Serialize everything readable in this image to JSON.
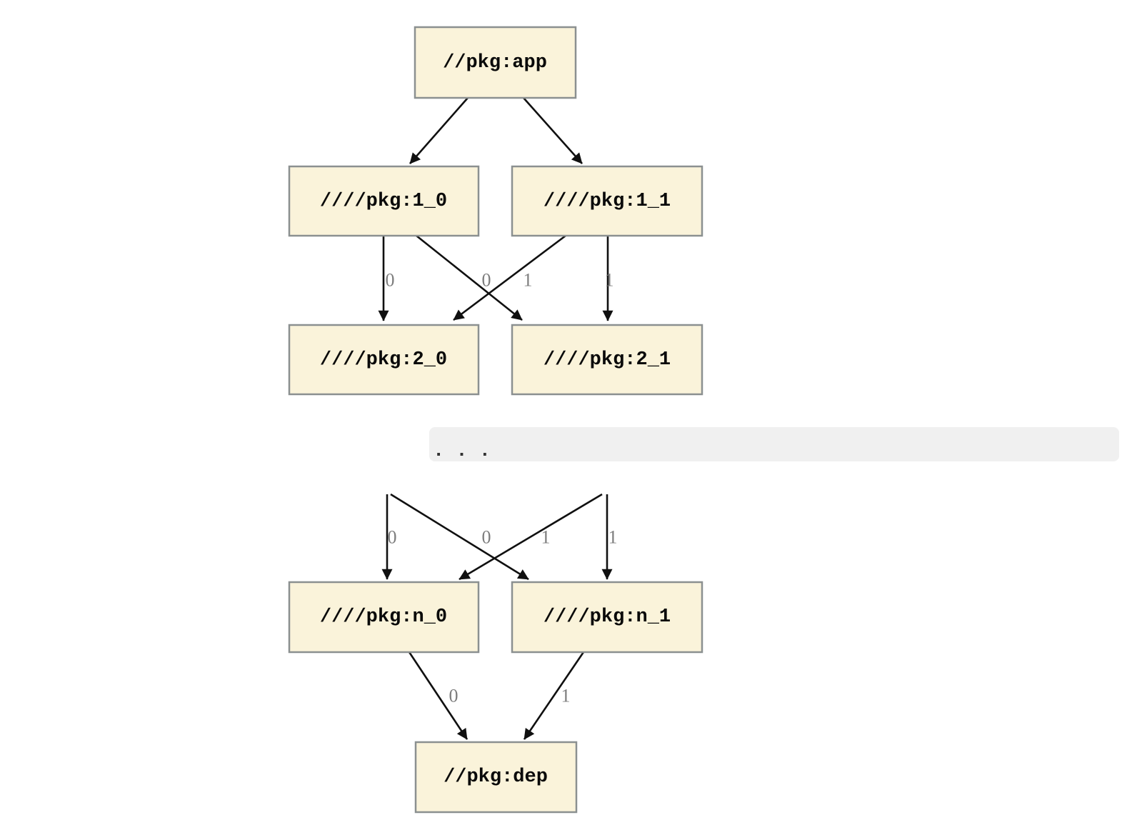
{
  "diagram": {
    "kind": "dependency-graph",
    "colors": {
      "background": "#FFFFFF",
      "node_fill": "#FAF3DA",
      "node_border": "#8B9090",
      "edge": "#101010",
      "edge_label": "#7D7D7D",
      "ellipsis_band": "#F0F0F0",
      "ellipsis_dots": "#333333"
    },
    "nodes": [
      {
        "id": "app",
        "label": "//pkg:app"
      },
      {
        "id": "v1_0",
        "label": "////pkg:1_0"
      },
      {
        "id": "v1_1",
        "label": "////pkg:1_1"
      },
      {
        "id": "v2_0",
        "label": "////pkg:2_0"
      },
      {
        "id": "v2_1",
        "label": "////pkg:2_1"
      },
      {
        "id": "vn_0",
        "label": "////pkg:n_0"
      },
      {
        "id": "vn_1",
        "label": "////pkg:n_1"
      },
      {
        "id": "dep",
        "label": "//pkg:dep"
      }
    ],
    "edges": [
      {
        "from": "app",
        "to": "v1_0",
        "label": ""
      },
      {
        "from": "app",
        "to": "v1_1",
        "label": ""
      },
      {
        "from": "v1_0",
        "to": "v2_0",
        "label": "0"
      },
      {
        "from": "v1_0",
        "to": "v2_1",
        "label": "0"
      },
      {
        "from": "v1_1",
        "to": "v2_0",
        "label": "1"
      },
      {
        "from": "v1_1",
        "to": "v2_1",
        "label": "1"
      },
      {
        "from": "elided_left",
        "to": "vn_0",
        "label": "0"
      },
      {
        "from": "elided_left",
        "to": "vn_1",
        "label": "0"
      },
      {
        "from": "elided_right",
        "to": "vn_0",
        "label": "1"
      },
      {
        "from": "elided_right",
        "to": "vn_1",
        "label": "1"
      },
      {
        "from": "vn_0",
        "to": "dep",
        "label": "0"
      },
      {
        "from": "vn_1",
        "to": "dep",
        "label": "1"
      }
    ],
    "ellipsis": {
      "text": ". . ."
    }
  }
}
